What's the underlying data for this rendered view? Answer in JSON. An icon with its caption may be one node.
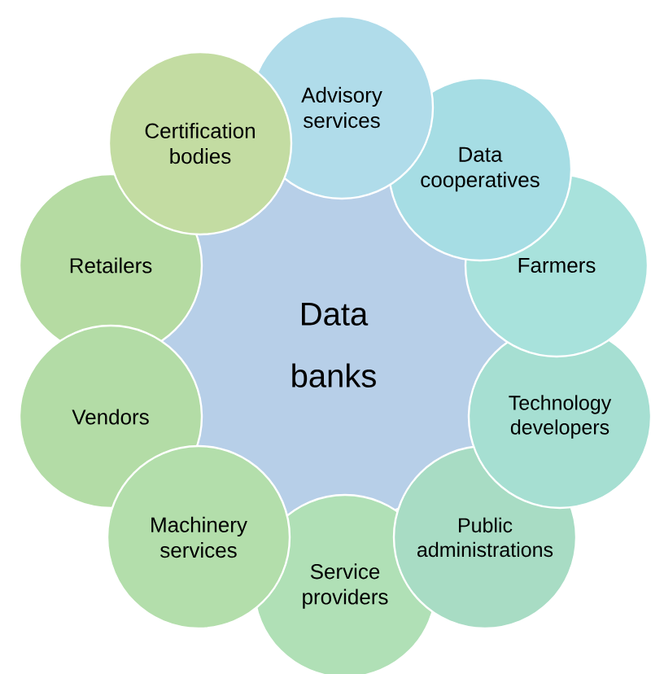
{
  "diagram": {
    "nodes": [
      {
        "text": [
          "Data banks"
        ]
      },
      {
        "text": [
          "Advisory services"
        ]
      },
      {
        "text": [
          "Data cooperatives"
        ]
      },
      {
        "text": [
          "Farmers"
        ]
      },
      {
        "text": [
          "Technology developers"
        ]
      },
      {
        "text": [
          "Public administrations"
        ]
      },
      {
        "text": [
          "Service providers"
        ]
      },
      {
        "text": [
          "Machinery services"
        ]
      },
      {
        "text": [
          "Vendors"
        ]
      },
      {
        "text": [
          "Retailers"
        ]
      },
      {
        "text": [
          "Certification bodies"
        ]
      }
    ]
  }
}
